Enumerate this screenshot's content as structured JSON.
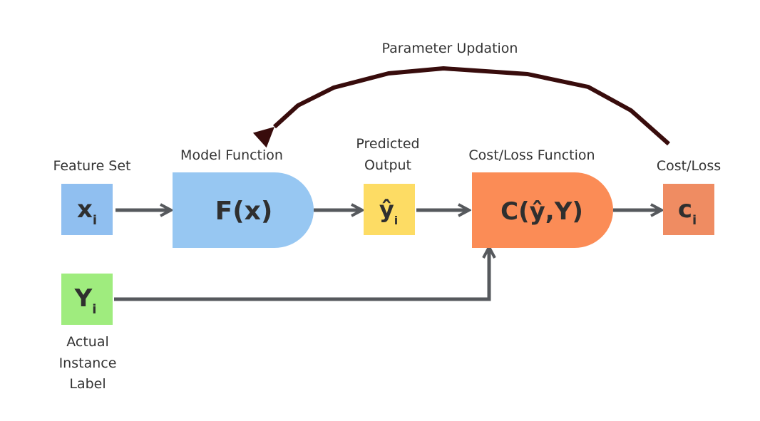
{
  "labels": {
    "feature_set": "Feature Set",
    "model_function": "Model Function",
    "predicted_line1": "Predicted",
    "predicted_line2": "Output",
    "cost_function": "Cost/Loss Function",
    "cost_loss": "Cost/Loss",
    "actual_line1": "Actual",
    "actual_line2": "Instance",
    "actual_line3": "Label",
    "feedback": "Parameter Updation"
  },
  "nodes": {
    "x_main": "x",
    "x_sub": "i",
    "model": "F(x)",
    "y_hat_main": "ŷ",
    "y_hat_sub": "i",
    "cost_fn": "C(ŷ,Y)",
    "c_main": "c",
    "c_sub": "i",
    "y_main": "Y",
    "y_sub": "i"
  },
  "colors": {
    "feature_box": "#90bff0",
    "model_box": "#97c7f2",
    "predicted_box": "#fddc64",
    "cost_fn_box": "#fb8c56",
    "cost_box": "#ef8c62",
    "label_box": "#9fec7e",
    "flow_arrow": "#56595d",
    "feedback_arrow": "#380c0c"
  }
}
